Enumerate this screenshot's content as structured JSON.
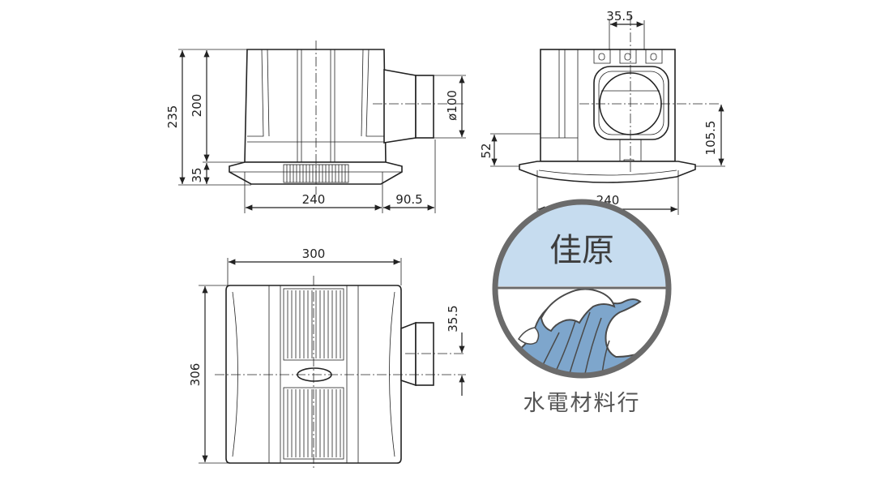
{
  "front_view": {
    "height_total": "235",
    "height_body": "200",
    "height_base": "35",
    "width_base": "240",
    "duct_offset": "90.5",
    "duct_diameter": "ø100"
  },
  "side_view": {
    "duct_spacing": "35.5",
    "duct_center_height": "105.5",
    "base_height": "52",
    "width_base": "240"
  },
  "top_view": {
    "width": "300",
    "depth": "306",
    "duct_offset": "35.5"
  },
  "logo": {
    "name": "佳原",
    "subtitle": "水電材料行",
    "colors": {
      "sky": "#c6dcef",
      "wave": "#7ea6cc",
      "ring": "#6b6b6b"
    }
  }
}
